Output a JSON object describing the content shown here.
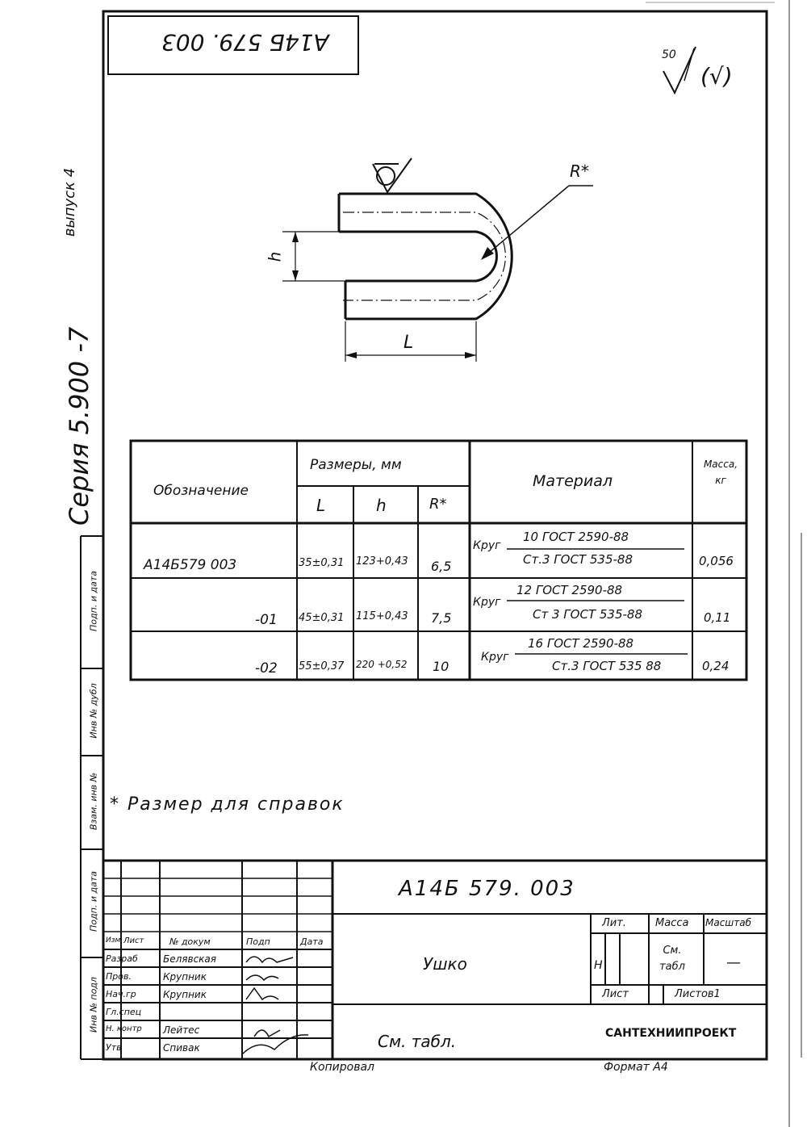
{
  "top_stamp": "А14Б 579. 003",
  "roughness": {
    "value": "50",
    "parenthetical": "(√)"
  },
  "side": {
    "series": "Серия 5.900 -7",
    "issue": "выпуск 4"
  },
  "drawing": {
    "label_r": "R*",
    "label_h": "h",
    "label_l": "L"
  },
  "table": {
    "headers": {
      "designation": "Обозначение",
      "dimensions": "Размеры, мм",
      "L": "L",
      "h": "h",
      "R": "R*",
      "material": "Материал",
      "mass": "Масса, кг"
    },
    "rows": [
      {
        "designation": "А14Б579 003",
        "L": "35±0,31",
        "h": "123+0,43",
        "R": "6,5",
        "mat_prefix": "Круг",
        "mat_top": "10   ГОСТ 2590-88",
        "mat_bottom": "Ст.3   ГОСТ 535-88",
        "mass": "0,056"
      },
      {
        "designation": "-01",
        "L": "45±0,31",
        "h": "115+0,43",
        "R": "7,5",
        "mat_prefix": "Круг",
        "mat_top": "12   ГОСТ 2590-88",
        "mat_bottom": "Ст 3   ГОСТ 535-88",
        "mass": "0,11"
      },
      {
        "designation": "-02",
        "L": "55±0,37",
        "h": "220 +0,52",
        "R": "10",
        "mat_prefix": "Круг",
        "mat_top": "16   ГОСТ 2590-88",
        "mat_bottom": "Ст.3 ГОСТ 535 88",
        "mass": "0,24"
      }
    ]
  },
  "note": "* Размер для справок",
  "left_strip": [
    "Инв № подл",
    "Подп. и дата",
    "Взам. инв №",
    "Инв № дубл",
    "Подп. и дата"
  ],
  "title_block": {
    "code": "А14Б  579. 003",
    "name": "Ушко",
    "material": "См. табл.",
    "lit_label": "Лит.",
    "mass_label": "Масса",
    "scale_label": "Масштаб",
    "lit_value": "Н",
    "mass_value": "См. табл",
    "scale_value": "—",
    "sheet_label": "Лист",
    "sheets_label": "Листов1",
    "org": "САНТЕХНИИПРОЕКТ",
    "headers": [
      "Изм",
      "Лист",
      "№ докум",
      "Подп",
      "Дата"
    ],
    "roles": [
      {
        "role": "Разраб",
        "name": "Белявская"
      },
      {
        "role": "Пров.",
        "name": "Крупник"
      },
      {
        "role": "Нач.гр",
        "name": "Крупник"
      },
      {
        "role": "Гл.спец",
        "name": ""
      },
      {
        "role": "Н. контр",
        "name": "Лейтес"
      },
      {
        "role": "Утв",
        "name": "Спивак"
      }
    ]
  },
  "bottom": {
    "copied": "Копировал",
    "format": "Формат А4"
  }
}
